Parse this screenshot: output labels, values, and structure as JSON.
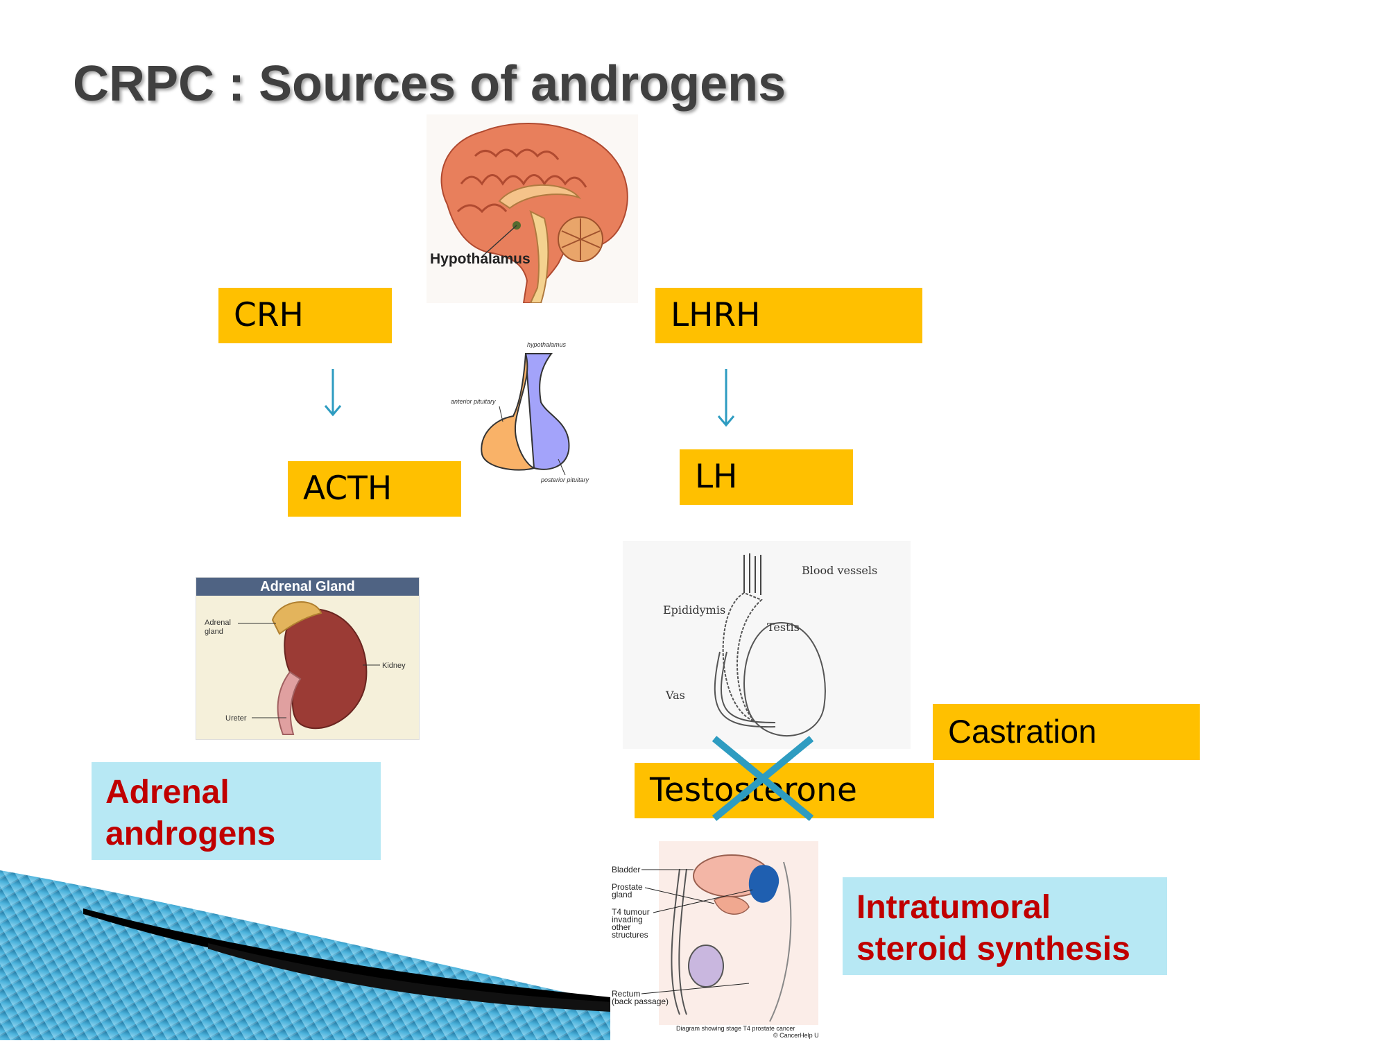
{
  "title": "CRPC : Sources of androgens",
  "flow": {
    "crh": "CRH",
    "acth": "ACTH",
    "lhrh": "LHRH",
    "lh": "LH",
    "testosterone": "Testosterone",
    "castration": "Castration"
  },
  "sources": {
    "adrenal": [
      "Adrenal",
      "androgens"
    ],
    "intratumoral": [
      "Intratumoral",
      "steroid synthesis"
    ]
  },
  "brain_image": {
    "label": "Hypothalamus"
  },
  "pituitary_image": {
    "hypothalamus": "hypothalamus",
    "anterior": "anterior pituitary",
    "posterior": "posterior pituitary"
  },
  "adrenal_image": {
    "header": "Adrenal Gland",
    "adrenal_gland": [
      "Adrenal",
      "gland"
    ],
    "kidney": "Kidney",
    "ureter": "Ureter"
  },
  "testis_image": {
    "blood_vessels": "Blood vessels",
    "epididymis": "Epididymis",
    "testis": "Testis",
    "vas": "Vas"
  },
  "prostate_image": {
    "bladder": "Bladder",
    "prostate": [
      "Prostate",
      "gland"
    ],
    "tumour": [
      "T4 tumour",
      "invading",
      "other",
      "structures"
    ],
    "rectum": [
      "Rectum",
      "(back passage)"
    ],
    "caption": [
      "Diagram showing stage T4 prostate cancer",
      "© CancerHelp UK"
    ]
  },
  "colors": {
    "box_yellow": "#FFC000",
    "box_cyan": "#B7E8F4",
    "text_red": "#C00000",
    "arrow": "#2E9CC1",
    "cross": "#2E9CC1"
  }
}
